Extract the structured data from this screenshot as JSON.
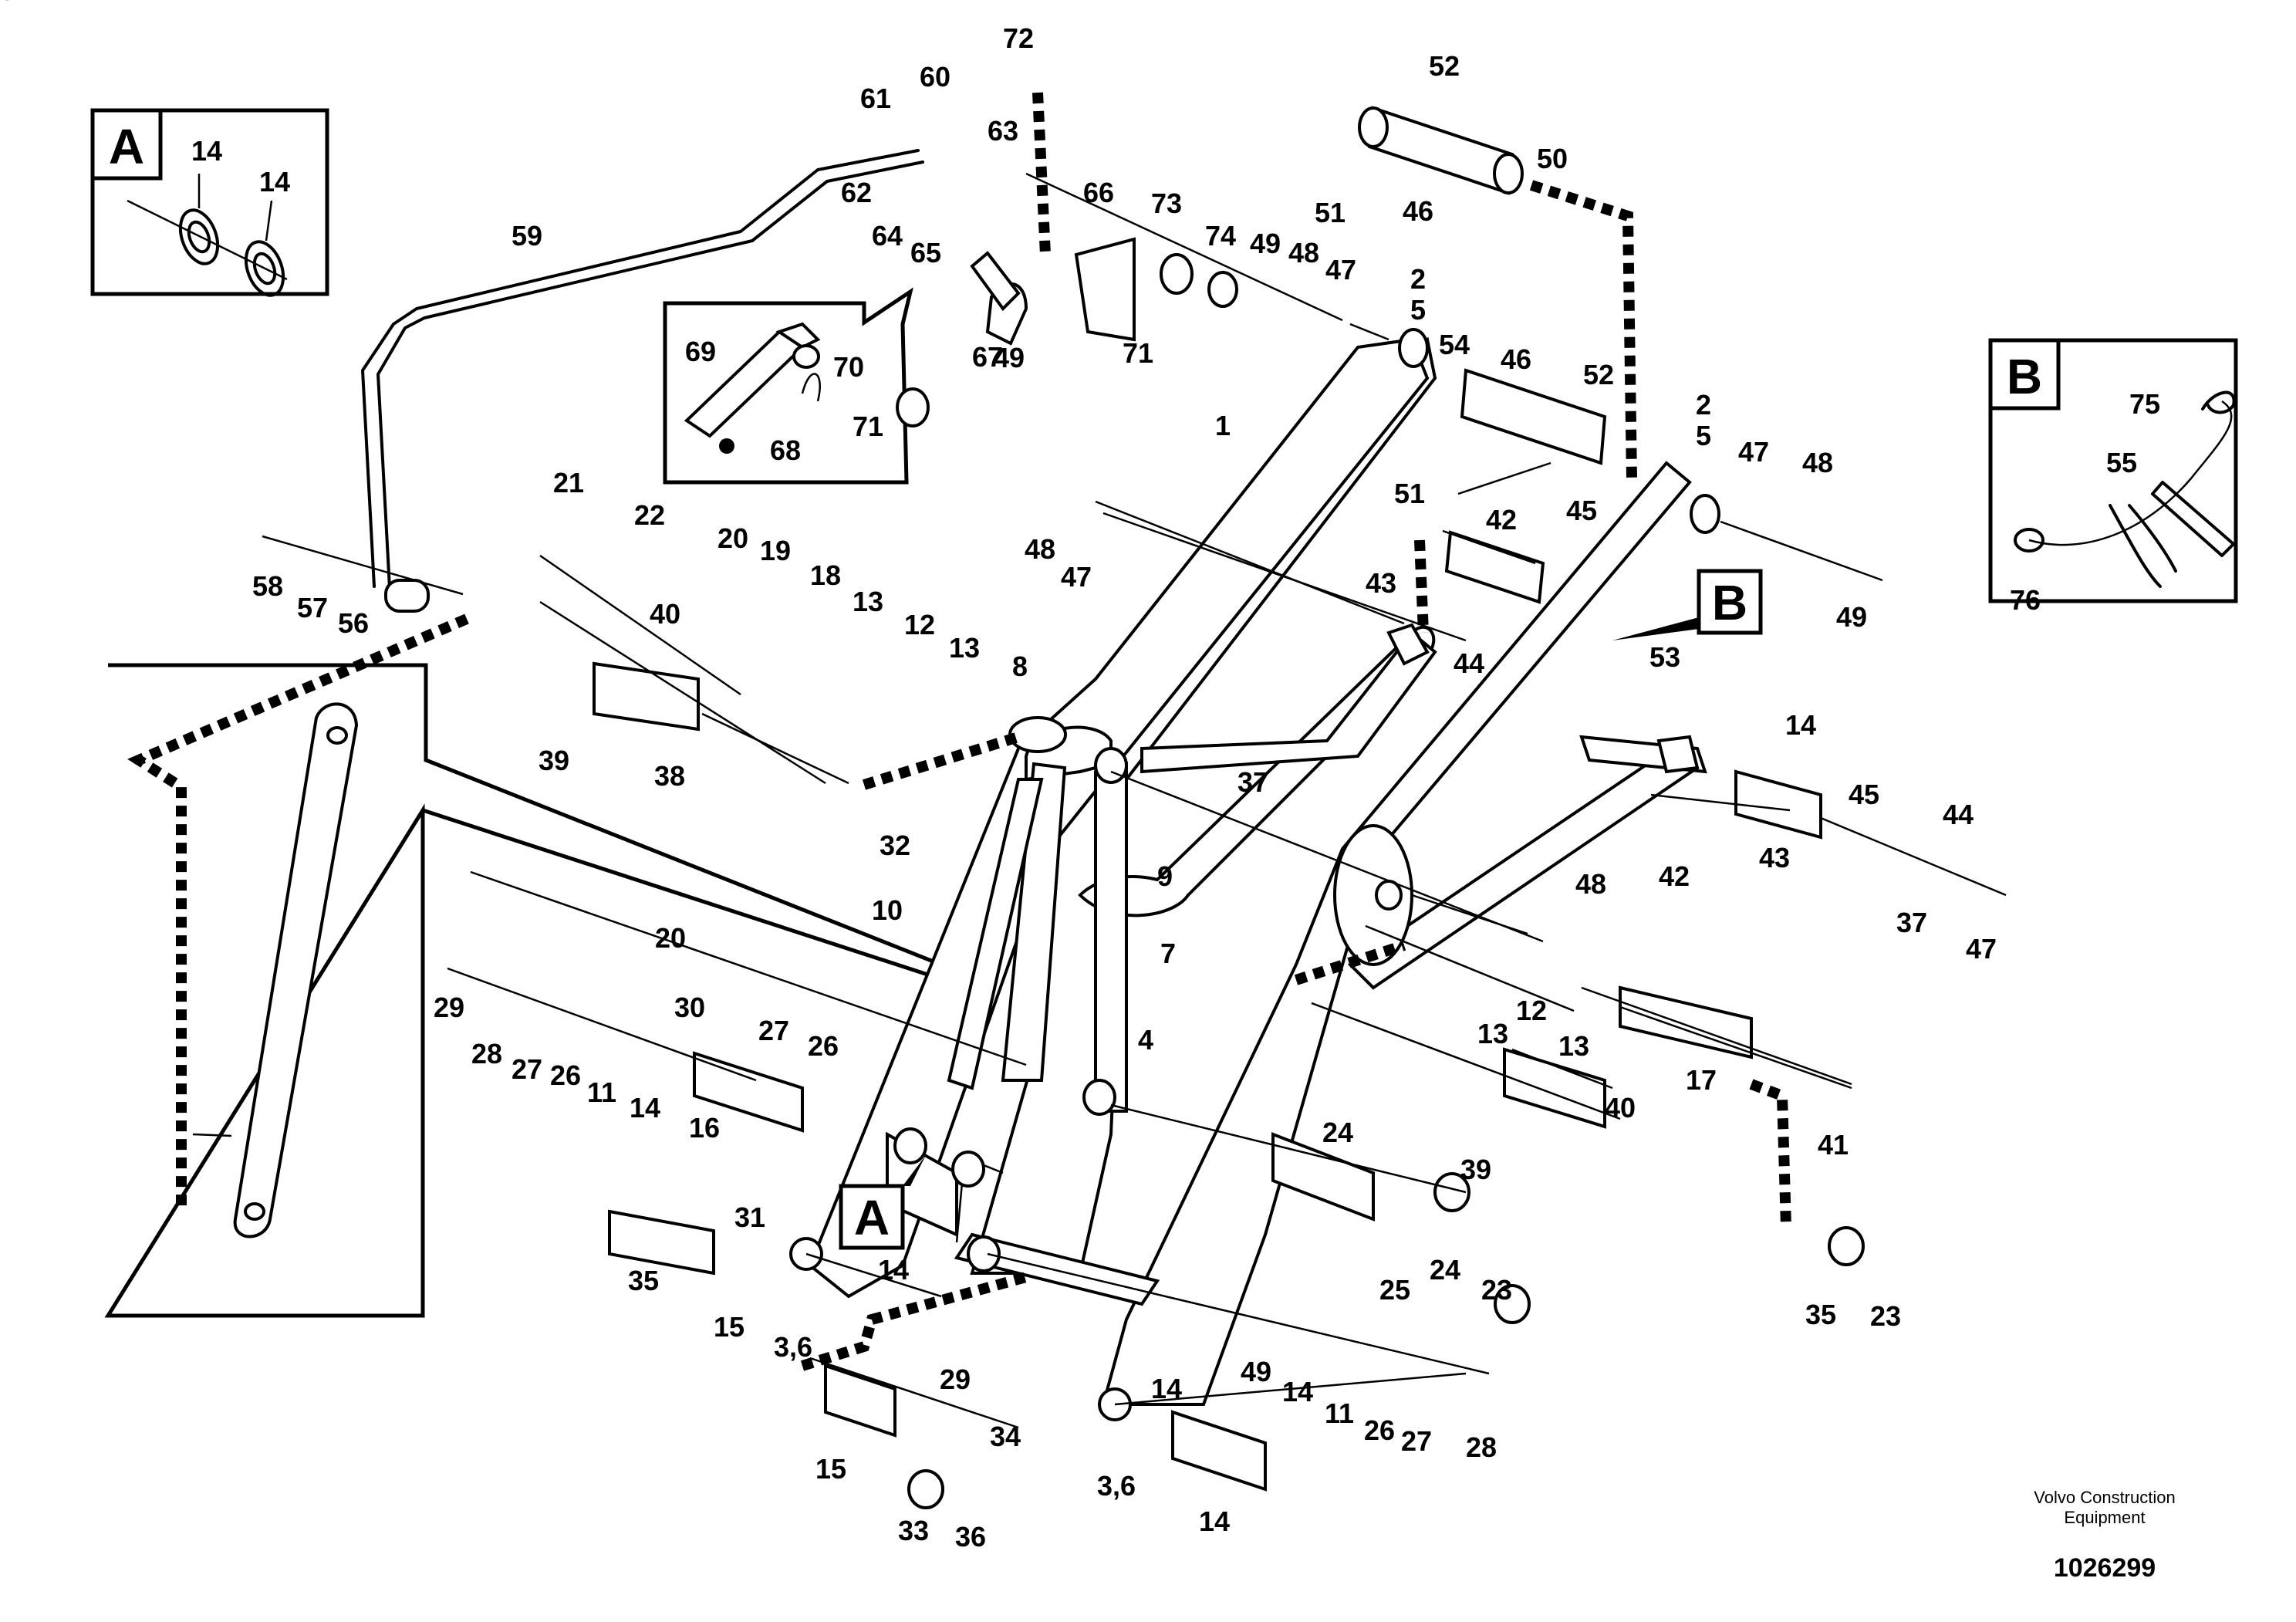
{
  "footer": {
    "brand": "Volvo Construction Equipment",
    "drawing_number": "1026299"
  },
  "detail_views": [
    {
      "letter": "A",
      "labels": [
        "14",
        "14"
      ]
    },
    {
      "letter": "B",
      "labels": [
        "75",
        "55",
        "76"
      ]
    }
  ],
  "inset_labels": [
    "69",
    "70",
    "71",
    "68"
  ],
  "callout_letters": [
    "A",
    "B"
  ],
  "labels": [
    "72",
    "60",
    "61",
    "63",
    "62",
    "64",
    "65",
    "66",
    "73",
    "74",
    "49",
    "48",
    "47",
    "59",
    "52",
    "50",
    "51",
    "46",
    "67",
    "71",
    "2",
    "5",
    "54",
    "46",
    "52",
    "1",
    "49",
    "48",
    "47",
    "21",
    "22",
    "20",
    "19",
    "18",
    "13",
    "12",
    "13",
    "51",
    "42",
    "45",
    "43",
    "44",
    "2",
    "5",
    "47",
    "48",
    "49",
    "58",
    "57",
    "56",
    "40",
    "39",
    "38",
    "8",
    "37",
    "53",
    "32",
    "9",
    "10",
    "7",
    "20",
    "27",
    "26",
    "29",
    "28",
    "27",
    "26",
    "11",
    "14",
    "30",
    "16",
    "31",
    "4",
    "13",
    "12",
    "13",
    "17",
    "40",
    "39",
    "41",
    "24",
    "25",
    "24",
    "23",
    "35",
    "15",
    "14",
    "3,6",
    "14",
    "45",
    "43",
    "42",
    "44",
    "48",
    "37",
    "47",
    "49",
    "14",
    "11",
    "26",
    "27",
    "28",
    "29",
    "34",
    "14",
    "3,6",
    "14",
    "15",
    "33",
    "36",
    "35",
    "23",
    "35"
  ]
}
